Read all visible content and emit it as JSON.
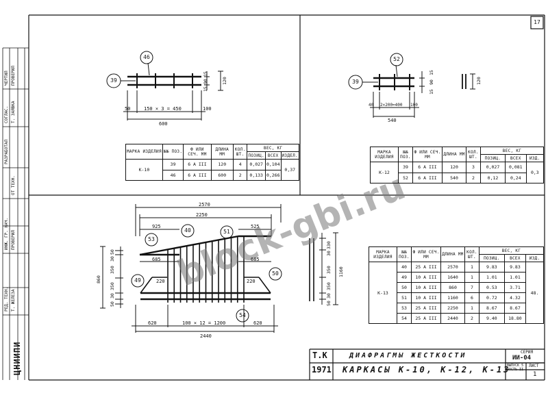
{
  "sheet_number": "17",
  "watermark": "block-gbi.ru",
  "side_stamp": {
    "labels": [
      "ЧЕРТИЛ",
      "ПРОВЕРИЛ",
      "СОГЛАС.",
      "Т. ЗАЯВКА",
      "РАЗРАБОТАЛ",
      "ОТ ТЕХН.",
      "ИНЖ. ГР. НАЧ.",
      "ПРОВЕРИЛ",
      "РЕД. ТЕХН.",
      "Т. ЖЕЛЕЗА"
    ],
    "org": "ЦНИИПИ"
  },
  "k10": {
    "callouts": [
      "46",
      "39"
    ],
    "dims_bottom": [
      "50",
      "150 × 3 = 450",
      "100",
      "600"
    ],
    "dims_right": [
      "15",
      "90",
      "15",
      "120"
    ],
    "table": {
      "headers": [
        "МАРКА ИЗДЕЛИЯ",
        "№№ ПОЗ.",
        "Ф ИЛИ СЕЧ. ММ",
        "ДЛИНА ММ",
        "КОЛ. ШТ.",
        "ВЕС, КГ",
        "ПОЗИЦ.",
        "ВСЕХ",
        "ИЗДЕЛ."
      ],
      "mark": "К-10",
      "rows": [
        {
          "pos": "39",
          "dia": "6 А III",
          "len": "120",
          "qty": "4",
          "unit": "0,027",
          "all": "0,104"
        },
        {
          "pos": "46",
          "dia": "6 А III",
          "len": "600",
          "qty": "2",
          "unit": "0,133",
          "all": "0,266"
        }
      ],
      "total": "0,37"
    }
  },
  "k12": {
    "callouts": [
      "52",
      "39"
    ],
    "dims_bottom": [
      "40",
      "2×200=400",
      "100",
      "540"
    ],
    "dims_right": [
      "15",
      "90",
      "15",
      "120"
    ],
    "table": {
      "headers": [
        "МАРКА ИЗДЕЛИЯ",
        "№№ ПОЗ.",
        "Ф ИЛИ СЕЧ. ММ",
        "ДЛИНА ММ",
        "КОЛ. ШТ.",
        "ВЕС, КГ",
        "ПОЗИЦ.",
        "ВСЕХ",
        "ИЗД."
      ],
      "mark": "К-12",
      "rows": [
        {
          "pos": "39",
          "dia": "6 А III",
          "len": "120",
          "qty": "3",
          "unit": "0,027",
          "all": "0,081"
        },
        {
          "pos": "52",
          "dia": "6 А III",
          "len": "540",
          "qty": "2",
          "unit": "0,12",
          "all": "0,24"
        }
      ],
      "total": "0,3"
    }
  },
  "k13": {
    "callouts": [
      "53",
      "40",
      "51",
      "49",
      "50",
      "54"
    ],
    "dims_top": [
      "2570",
      "2250",
      "925",
      "525"
    ],
    "dims_mid": [
      "685",
      "685",
      "220",
      "220"
    ],
    "dims_bottom": [
      "620",
      "100 × 12 = 1200",
      "620",
      "2440"
    ],
    "dims_left": [
      "50",
      "30",
      "350",
      "350",
      "30",
      "50",
      "860"
    ],
    "dims_right": [
      "330",
      "30",
      "350",
      "350",
      "30",
      "50",
      "1160"
    ],
    "table": {
      "headers": [
        "МАРКА ИЗДЕЛИЯ",
        "№№ ПОЗ.",
        "Ф ИЛИ СЕЧ. ММ",
        "ДЛИНА ММ",
        "КОЛ. ШТ.",
        "ВЕС, КГ",
        "ПОЗИЦ.",
        "ВСЕХ",
        "ИЗД."
      ],
      "mark": "К-13",
      "rows": [
        {
          "pos": "40",
          "dia": "25 А III",
          "len": "2570",
          "qty": "1",
          "unit": "9.83",
          "all": "9.83"
        },
        {
          "pos": "49",
          "dia": "10 А III",
          "len": "1640",
          "qty": "1",
          "unit": "1.01",
          "all": "1.01"
        },
        {
          "pos": "50",
          "dia": "10 А III",
          "len": "860",
          "qty": "7",
          "unit": "0.53",
          "all": "3.71"
        },
        {
          "pos": "51",
          "dia": "10 А III",
          "len": "1160",
          "qty": "6",
          "unit": "0.72",
          "all": "4.32"
        },
        {
          "pos": "53",
          "dia": "25 А III",
          "len": "2250",
          "qty": "1",
          "unit": "8.67",
          "all": "8.67"
        },
        {
          "pos": "54",
          "dia": "25 А III",
          "len": "2440",
          "qty": "2",
          "unit": "9.40",
          "all": "18.80"
        }
      ],
      "total": "48."
    }
  },
  "title_block": {
    "series_code": "Т.К",
    "year": "1971",
    "title1": "ДИАФРАГМЫ ЖЕСТКОСТИ",
    "title2": "КАРКАСЫ К-10, К-12, К-13",
    "series_label": "СЕРИЯ",
    "series_value": "ИИ-04",
    "issue_label": "ВЫПУСК 5 ЧАСТЬ II",
    "sheet_label": "ЛИСТ",
    "sheet_value": "1"
  }
}
